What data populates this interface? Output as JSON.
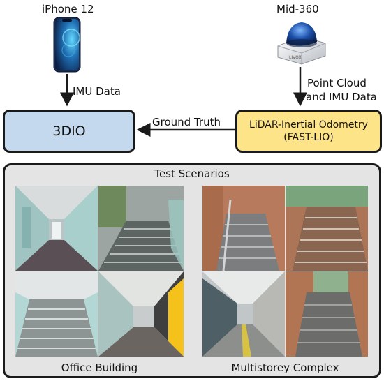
{
  "devices": {
    "phone_label": "iPhone 12",
    "lidar_label": "Mid-360",
    "lidar_brand": "LIVOX"
  },
  "edges": {
    "phone_to_3dio": "IMU Data",
    "lidar_to_lio_line1": "Point Cloud",
    "lidar_to_lio_line2": "and IMU Data",
    "lio_to_3dio": "Ground Truth"
  },
  "nodes": {
    "dio": {
      "label": "3DIO",
      "color": "#c4d9ee"
    },
    "lio": {
      "line1": "LiDAR-Inertial Odometry",
      "line2": "(FAST-LIO)",
      "color": "#fde488"
    }
  },
  "scenarios": {
    "title": "Test Scenarios",
    "panel_color": "#e4e4e4",
    "office_caption": "Office Building",
    "complex_caption": "Multistorey Complex"
  }
}
